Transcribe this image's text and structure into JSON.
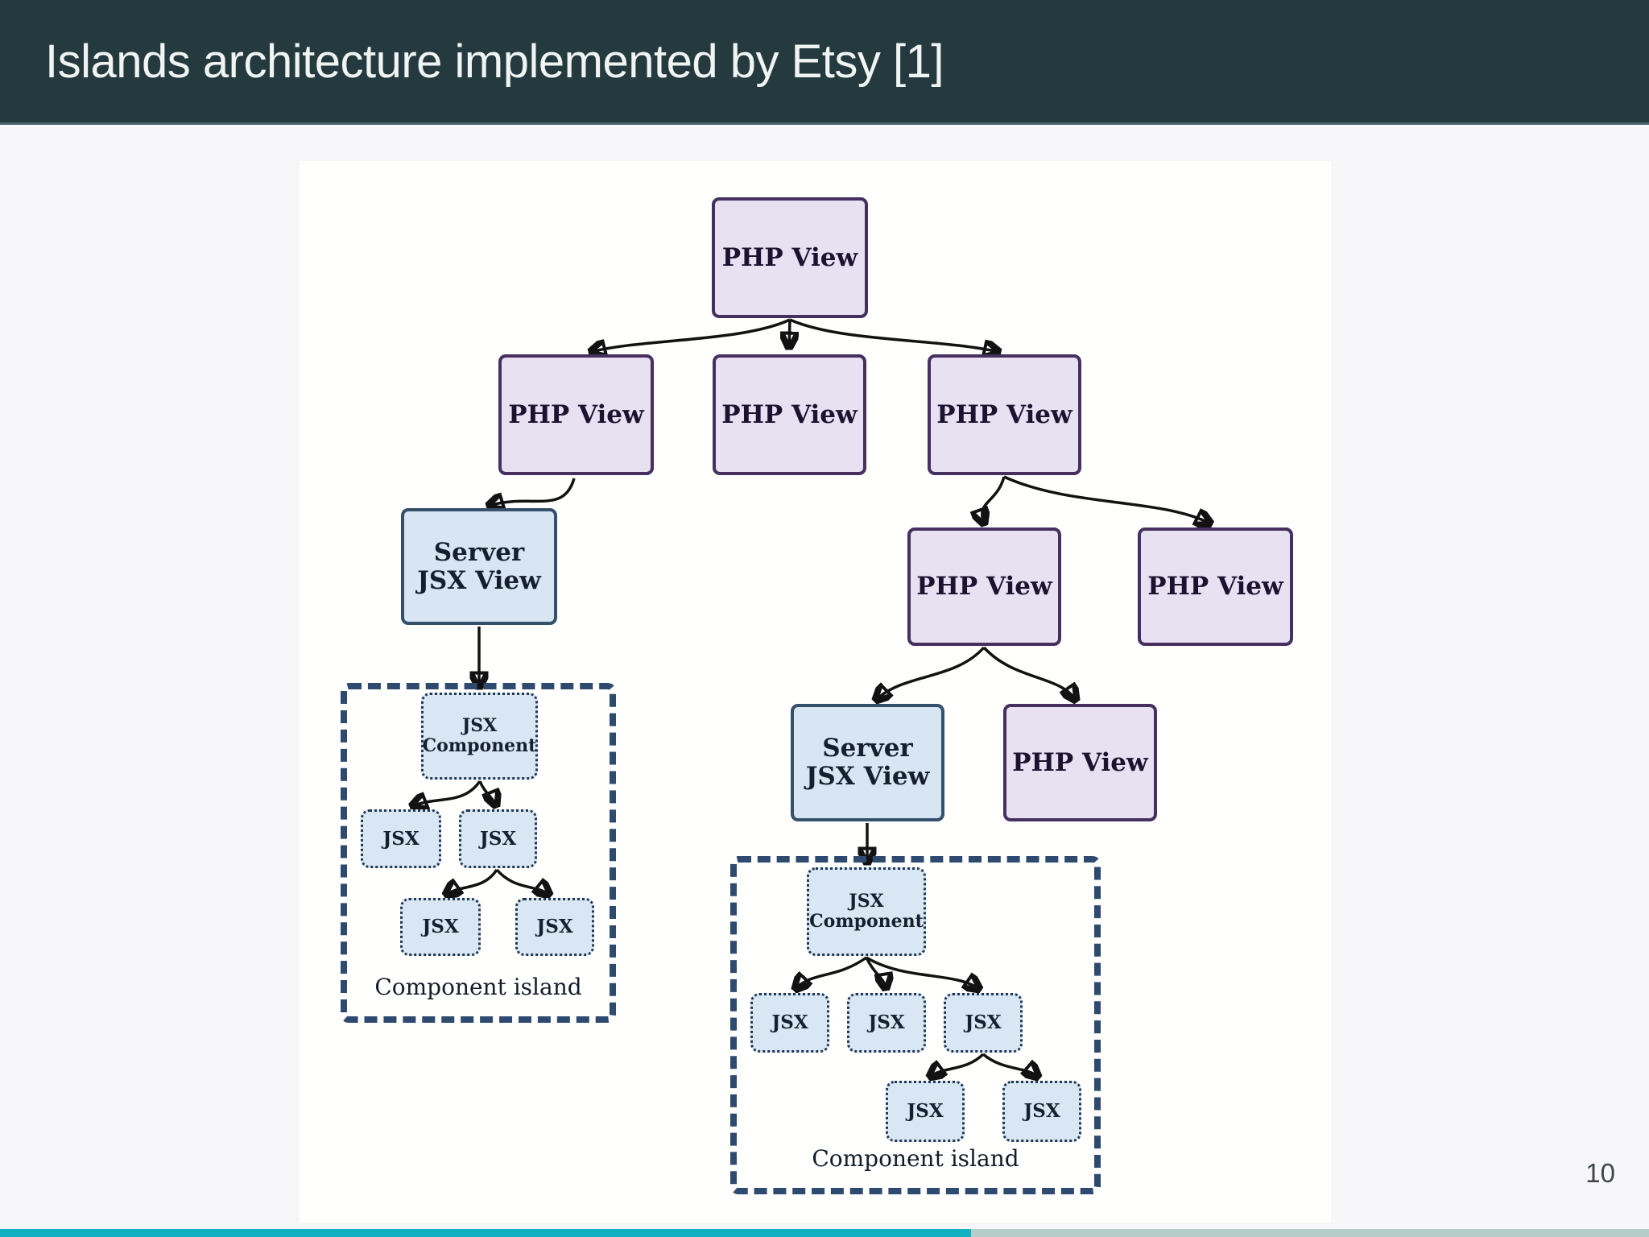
{
  "header": {
    "title": "Islands architecture implemented by Etsy [1]"
  },
  "footer": {
    "page_number": "10",
    "accent_color": "#10b1c1",
    "muted_color": "#b6ccc7"
  },
  "colors": {
    "header_bg": "#253a3e",
    "php_fill": "#e7e1f1",
    "php_border": "#46305f",
    "server_fill": "#d8e5f2",
    "server_border": "#35506b",
    "jsx_fill": "#d9e7f5",
    "jsx_border": "#22374f",
    "island_border": "#2e4a6e",
    "arrow": "#121212"
  },
  "diagram": {
    "nodes": [
      {
        "label": "PHP View",
        "type": "php"
      },
      {
        "label": "PHP View",
        "type": "php"
      },
      {
        "label": "PHP View",
        "type": "php"
      },
      {
        "label": "PHP View",
        "type": "php"
      },
      {
        "label": "Server\nJSX View",
        "type": "server"
      },
      {
        "label": "PHP View",
        "type": "php"
      },
      {
        "label": "PHP View",
        "type": "php"
      },
      {
        "label": "Server\nJSX View",
        "type": "server"
      },
      {
        "label": "PHP View",
        "type": "php"
      },
      {
        "label": "JSX\nComponent",
        "type": "jsx-component"
      },
      {
        "label": "JSX",
        "type": "jsx"
      },
      {
        "label": "JSX",
        "type": "jsx"
      },
      {
        "label": "JSX",
        "type": "jsx"
      },
      {
        "label": "JSX",
        "type": "jsx"
      },
      {
        "label": "JSX\nComponent",
        "type": "jsx-component"
      },
      {
        "label": "JSX",
        "type": "jsx"
      },
      {
        "label": "JSX",
        "type": "jsx"
      },
      {
        "label": "JSX",
        "type": "jsx"
      },
      {
        "label": "JSX",
        "type": "jsx"
      },
      {
        "label": "JSX",
        "type": "jsx"
      }
    ],
    "islands": [
      {
        "label": "Component island"
      },
      {
        "label": "Component island"
      }
    ]
  }
}
